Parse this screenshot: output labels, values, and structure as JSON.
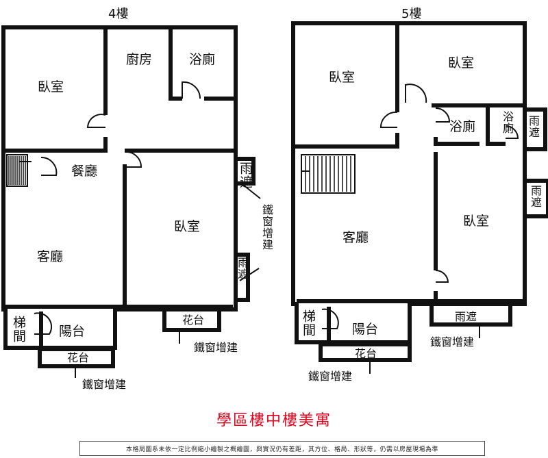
{
  "floor4": {
    "title": "4樓",
    "rooms": {
      "bedroom_left": "臥室",
      "kitchen": "廚房",
      "bathroom": "浴廁",
      "dining": "餐廳",
      "bedroom_right": "臥室",
      "living": "客廳",
      "stairs": "梯間",
      "balcony": "陽台",
      "rain_shelter_top": "雨遮",
      "rain_shelter_mid": "雨遮",
      "planter_bottom": "花台",
      "planter_right": "花台"
    },
    "notes": {
      "iron_window_vertical": "鐵窗增建",
      "iron_window_right": "鐵窗增建",
      "iron_window_bottom": "鐵窗增建"
    }
  },
  "floor5": {
    "title": "5樓",
    "rooms": {
      "bedroom_left": "臥室",
      "bedroom_top_right": "臥室",
      "bathroom_a": "浴廁",
      "bathroom_b": "浴廁",
      "rain_shelter_a": "雨遮",
      "rain_shelter_b": "雨遮",
      "living": "客廳",
      "bedroom_right": "臥室",
      "stairs": "梯間",
      "balcony": "陽台",
      "planter": "花台",
      "rain_shelter_bottom": "雨遮"
    },
    "notes": {
      "iron_window_left": "鐵窗增建",
      "iron_window_right": "鐵窗增建"
    }
  },
  "title": "學區樓中樓美寓",
  "disclaimer": "本格局圖系未依一定比例縮小繪製之概繪圖，與實況仍有差距，其方位、格局、形狀等，仍需以房屋現場為準",
  "colors": {
    "title": "#e0001b",
    "wall": "#111111",
    "wall_fill": "#9a9a9a"
  }
}
